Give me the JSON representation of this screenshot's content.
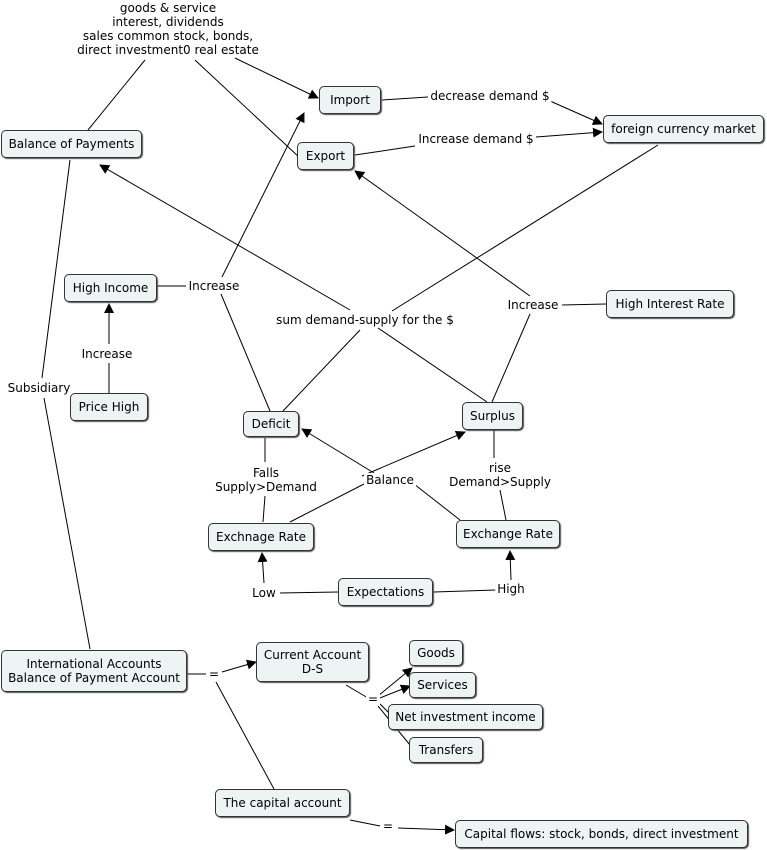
{
  "nodes": {
    "balance_of_payments": "Balance of Payments",
    "import": "Import",
    "export": "Export",
    "foreign_currency_market": "foreign currency market",
    "high_income": "High Income",
    "price_high": "Price High",
    "high_interest_rate": "High Interest Rate",
    "deficit": "Deficit",
    "surplus": "Surplus",
    "exchange_rate_low": "Exchnage Rate",
    "exchange_rate_high": "Exchange Rate",
    "expectations": "Expectations",
    "international_accounts": "International Accounts\nBalance of Payment Account",
    "current_account": "Current Account\nD-S",
    "goods": "Goods",
    "services": "Services",
    "net_investment_income": "Net investment income",
    "transfers": "Transfers",
    "capital_account": "The capital account",
    "capital_flows": "Capital flows: stock, bonds, direct investment"
  },
  "labels": {
    "bop_items": "goods & service\ninterest, dividends\nsales common stock, bonds,\ndirect investment0 real estate",
    "decrease_demand": "decrease demand $",
    "increase_demand": "Increase demand $",
    "increase_income": "Increase",
    "increase_price": "Increase",
    "increase_interest": "Increase",
    "sum_demand_supply": "sum demand-supply for the $",
    "subsidiary": "Subsidiary",
    "falls": "Falls\nSupply>Demand",
    "rise": "rise\nDemand>Supply",
    "balance": "Balance",
    "low": "Low",
    "high": "High",
    "equals_current": "=",
    "equals_sub": "=",
    "equals_capital": "="
  }
}
